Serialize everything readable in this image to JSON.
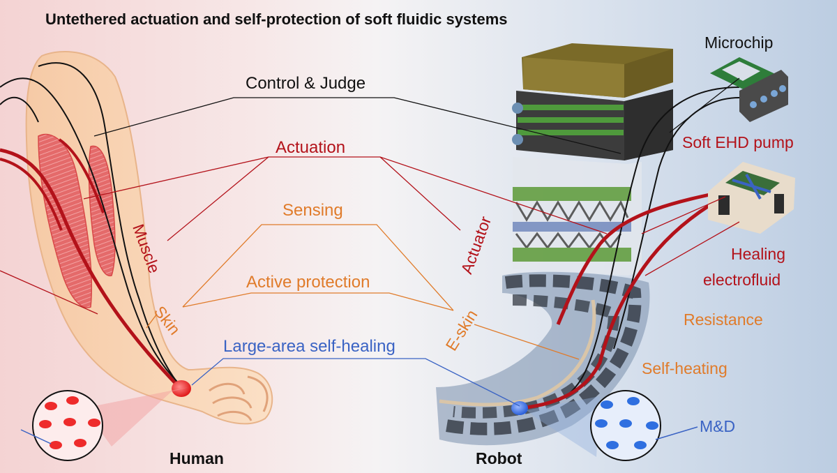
{
  "title": "Untethered actuation and self-protection of soft fluidic systems",
  "labels": {
    "control": "Control & Judge",
    "actuation": "Actuation",
    "sensing": "Sensing",
    "active_protection": "Active protection",
    "self_healing": "Large-area self-healing",
    "muscle": "Muscle",
    "skin": "Skin",
    "actuator": "Actuator",
    "eskin": "E-skin",
    "microchip": "Microchip",
    "pump": "Soft EHD pump",
    "healing_fluid_line1": "Healing",
    "healing_fluid_line2": "electrofluid",
    "resistance": "Resistance",
    "self_heating": "Self-heating",
    "md": "M&D",
    "human": "Human",
    "robot": "Robot"
  },
  "colors": {
    "control": "#111111",
    "actuation": "#b3121a",
    "sensing": "#e07b2a",
    "healing": "#3a63c4"
  }
}
